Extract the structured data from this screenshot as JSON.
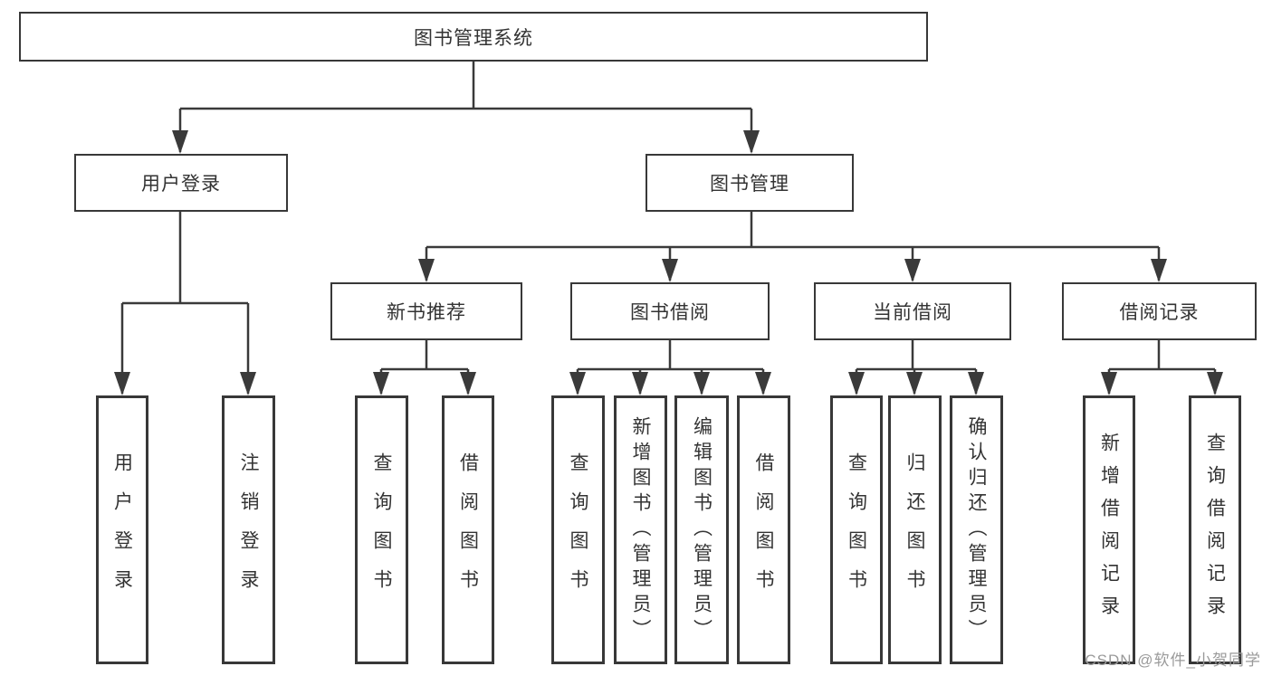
{
  "diagram": {
    "title": "图书管理系统",
    "nodes": {
      "root": "图书管理系统",
      "user_login": "用户登录",
      "book_mgmt": "图书管理",
      "new_books": "新书推荐",
      "book_borrow": "图书借阅",
      "current_borrow": "当前借阅",
      "borrow_records": "借阅记录"
    },
    "leaves": {
      "user_login": [
        "用户登录",
        "注销登录"
      ],
      "new_books": [
        "查询图书",
        "借阅图书"
      ],
      "book_borrow": [
        "查询图书",
        "新增图书（管理员）",
        "编辑图书（管理员）",
        "借阅图书"
      ],
      "current_borrow": [
        "查询图书",
        "归还图书",
        "确认归还（管理员）"
      ],
      "borrow_records": [
        "新增借阅记录",
        "查询借阅记录"
      ]
    }
  },
  "watermark": "CSDN @软件_小贺同学",
  "colors": {
    "line": "#3a3a3a",
    "border": "#383838",
    "text": "#333333",
    "watermark": "#9a9a9a",
    "background": "#ffffff"
  }
}
